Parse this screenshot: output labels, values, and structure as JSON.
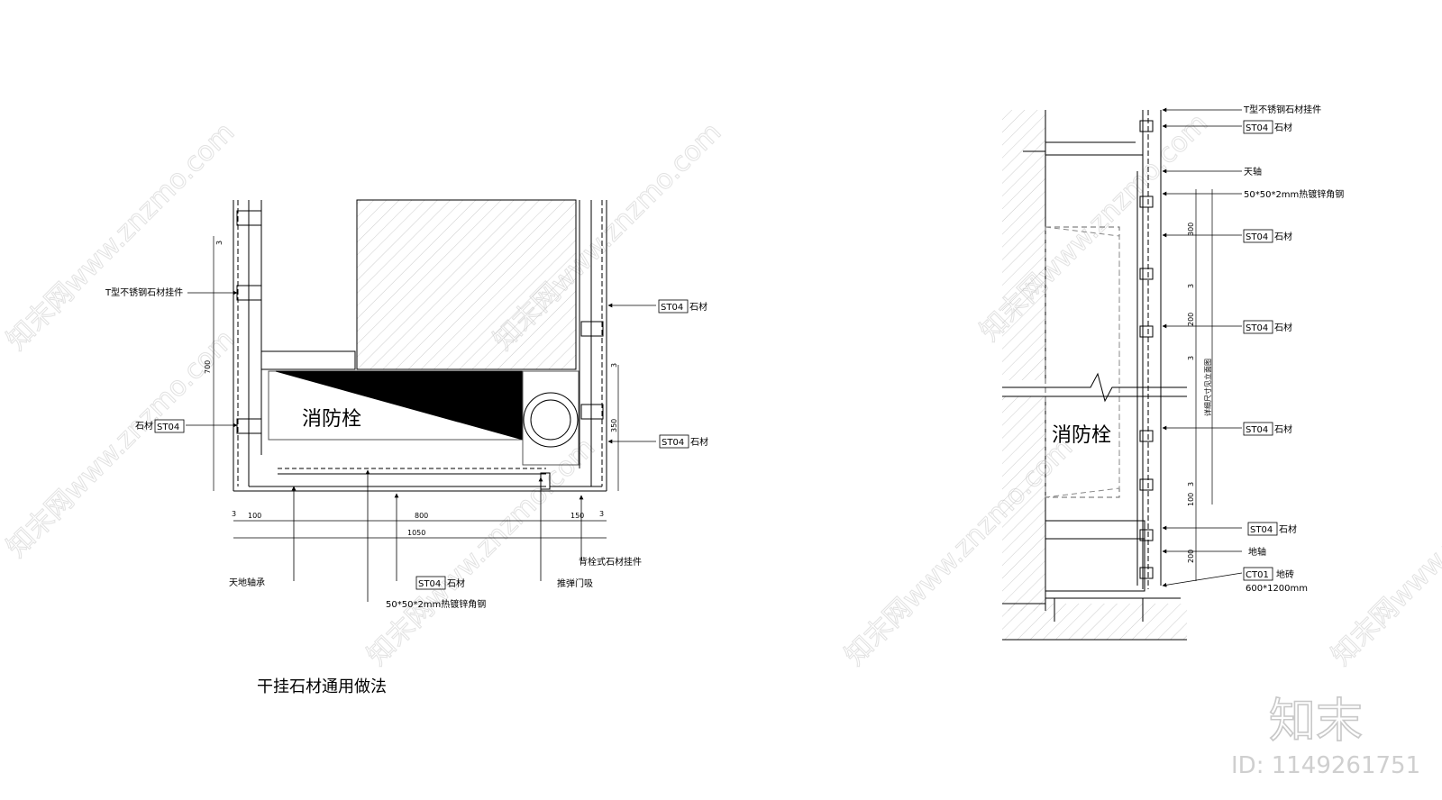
{
  "plan": {
    "title": "干挂石材通用做法",
    "hydrant_label": "消防栓",
    "labels": {
      "t_clip": "T型不锈钢石材挂件",
      "stone_left_text": "石材",
      "stone_code": "ST04",
      "stone_right_1_text": "石材",
      "stone_right_2_text": "石材",
      "stone_bottom_text": "石材",
      "pivot": "天地轴承",
      "angle_steel": "50*50*2mm热镀锌角钢",
      "door_stopper": "推弹门吸",
      "back_bolt": "背栓式石材挂件"
    },
    "dims": {
      "d3a": "3",
      "d700": "700",
      "d3b": "3",
      "d350": "350",
      "b3l": "3",
      "b100": "100",
      "b800": "800",
      "b150": "150",
      "b3r": "3",
      "b1050": "1050"
    }
  },
  "section": {
    "hydrant_label": "消防栓",
    "labels": {
      "t_clip": "T型不锈钢石材挂件",
      "stone_code": "ST04",
      "stone_text": "石材",
      "ceiling_axis": "天轴",
      "angle_steel": "50*50*2mm热镀锌角钢",
      "floor_axis": "地轴",
      "tile_code": "CT01",
      "tile_text": "地砖",
      "tile_size": "600*1200mm",
      "see_elevation": "详细尺寸见立面图"
    },
    "dims": {
      "d300": "300",
      "d3a": "3",
      "d200": "200",
      "d3b": "3",
      "d3c": "3",
      "d100": "100",
      "d200b": "200"
    }
  },
  "brand": {
    "logo": "知末",
    "id": "ID: 1149261751",
    "watermark": "知末网www.znzmo.com"
  }
}
